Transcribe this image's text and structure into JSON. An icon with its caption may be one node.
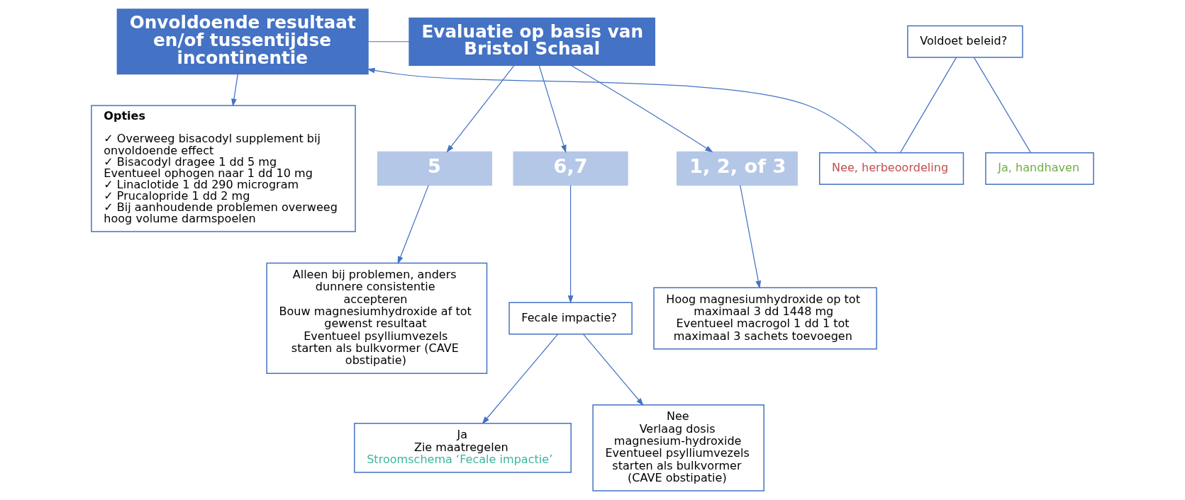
{
  "diagram": {
    "nodes": [
      {
        "text": [
          "Onvoldoende resultaat en/of tussentijdse incontinentie"
        ]
      },
      {
        "text": [
          "Evaluatie op basis van Bristol Schaal"
        ]
      },
      {
        "text": [
          "Opties",
          "✓ Overweeg bisacodyl supplement bij onvoldoende effect",
          "✓ Bisacodyl dragee 1 dd 5 mg",
          "Eventueel ophogen naar 1 dd 10 mg",
          "✓ Linaclotide 1 dd 290 microgram",
          "✓ Prucalopride 1 dd 2 mg",
          "✓ Bij aanhoudende problemen overweeg hoog volume darmspoelen"
        ]
      },
      {
        "text": [
          "1, 2, of 3"
        ]
      },
      {
        "text": [
          "5"
        ]
      },
      {
        "text": [
          "6,7"
        ]
      },
      {
        "text": [
          "Hoog magnesiumhydroxide op tot maximaal 3 dd 1448 mg",
          "Eventueel macrogol 1 dd 1 tot maximaal 3 sachets toevoegen"
        ]
      },
      {
        "text": [
          "Alleen bij problemen, anders dunnere consistentie accepteren",
          "Bouw magnesiumhydroxide af tot gewenst resultaat",
          "Eventueel psylliumvezels starten als bulkvormer (CAVE obstipatie)"
        ]
      },
      {
        "text": [
          "Fecale impactie?"
        ]
      },
      {
        "text": [
          "Ja",
          "Zie maatregelen",
          "Stroomschema ‘Fecale impactie’"
        ]
      },
      {
        "text": [
          "Nee",
          "Verlaag dosis magnesium-hydroxide",
          "Eventueel psylliumvezels starten als bulkvormer",
          "(CAVE obstipatie)"
        ]
      },
      {
        "text": [
          "Voldoet beleid?"
        ]
      },
      {
        "text": [
          "Ja, handhaven"
        ]
      },
      {
        "text": [
          "Nee, herbeoordeling"
        ]
      }
    ],
    "edges": [
      {
        "from": 0,
        "to": 1,
        "arrow": "none"
      },
      {
        "from": 0,
        "to": 2,
        "arrow": "to"
      },
      {
        "from": 1,
        "to": 3,
        "arrow": "to"
      },
      {
        "from": 1,
        "to": 4,
        "arrow": "to"
      },
      {
        "from": 1,
        "to": 5,
        "arrow": "to"
      },
      {
        "from": 3,
        "to": 6,
        "arrow": "to"
      },
      {
        "from": 4,
        "to": 7,
        "arrow": "to"
      },
      {
        "from": 5,
        "to": 8,
        "arrow": "to"
      },
      {
        "from": 8,
        "to": 9,
        "arrow": "to"
      },
      {
        "from": 8,
        "to": 10,
        "arrow": "to"
      },
      {
        "from": 11,
        "to": 12,
        "arrow": "none"
      },
      {
        "from": 11,
        "to": 13,
        "arrow": "none"
      },
      {
        "from": 13,
        "to": 0,
        "arrow": "to"
      }
    ]
  }
}
